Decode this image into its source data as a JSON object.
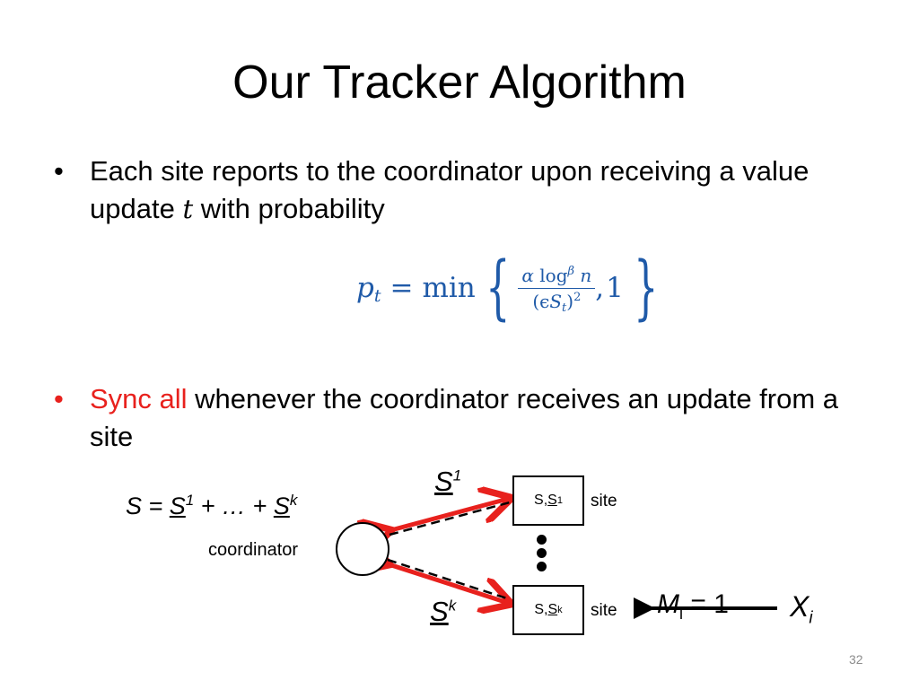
{
  "slide": {
    "title": "Our Tracker Algorithm",
    "page_number": "32"
  },
  "bullets": [
    {
      "dot": "•",
      "text_before": "Each site reports to the coordinator upon receiving a value update ",
      "variable": "t",
      "text_after": " with probability"
    },
    {
      "dot": "•",
      "highlight": "Sync all",
      "text": " whenever the coordinator receives an update from a site"
    }
  ],
  "formula": {
    "lhs": "p",
    "lhs_sub": "t",
    "equals": "=",
    "func": "min",
    "open_brace": "{",
    "num_alpha": "α",
    "num_log": "log",
    "num_beta": "β",
    "num_n": "n",
    "den_open": "(ϵ",
    "den_S": "S",
    "den_sub": "t",
    "den_close": ")",
    "den_sq": "2",
    "comma": ",",
    "one": "1",
    "close_brace": "}",
    "color": "#1f5aa8"
  },
  "diagram": {
    "sum_lhs": "S = ",
    "sum_s": "S",
    "sum_sup1": "1",
    "sum_mid": " + … + ",
    "sum_sup_k": "k",
    "coordinator_label": "coordinator",
    "edge_top_s": "S",
    "edge_top_sup": "1",
    "edge_bottom_s": "S",
    "edge_bottom_sup": "k",
    "site1_prefix": "S, ",
    "site1_s": "S",
    "site1_sup": "1",
    "site2_prefix": "S, ",
    "site2_s": "S",
    "site2_sup": "k",
    "site_label": "site",
    "mi_text": "M",
    "mi_sub": "i",
    "mi_rhs": " = 1",
    "xi_text": "X",
    "xi_sub": "i",
    "arrow_color": "#e8211d"
  }
}
